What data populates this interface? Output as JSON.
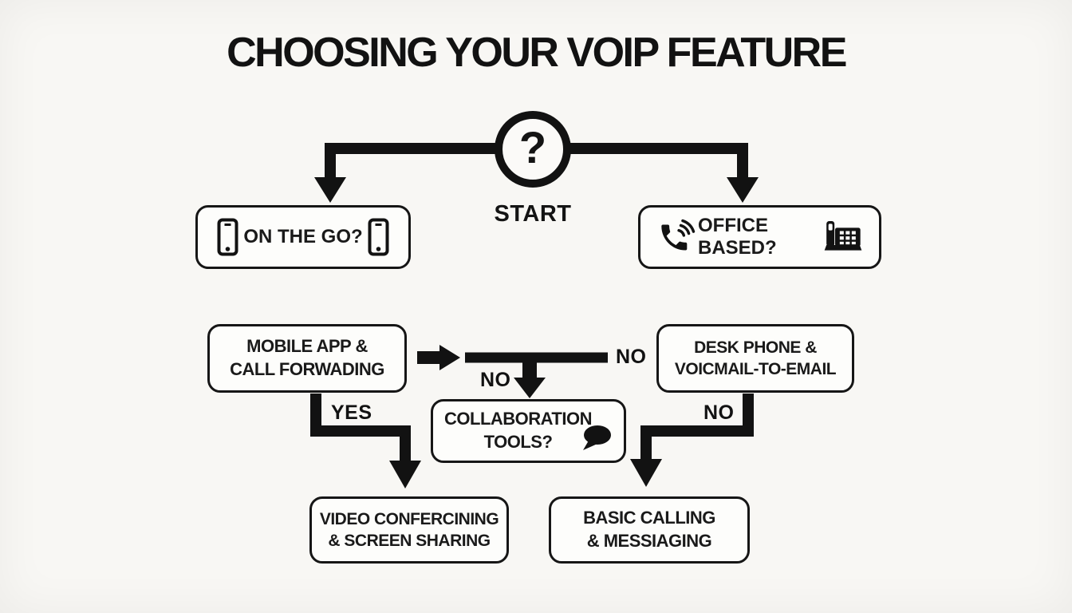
{
  "title": "CHOOSING YOUR VOIP FEATURE",
  "start": {
    "symbol": "?",
    "label": "START"
  },
  "nodes": {
    "on_the_go": {
      "label": "ON THE GO?"
    },
    "office_based": {
      "label": "OFFICE BASED?"
    },
    "mobile_app": {
      "line1": "MOBILE APP &",
      "line2": "CALL FORWADING"
    },
    "desk_phone": {
      "line1": "DESK PHONE &",
      "line2": "VOICMAIL-TO-EMAIL"
    },
    "collaboration": {
      "line1": "COLLABORATION",
      "line2": "TOOLS?"
    },
    "video_conferencing": {
      "line1": "VIDEO CONFERCINING",
      "line2": "& SCREEN SHARING"
    },
    "basic_calling": {
      "line1": "BASIC CALLING",
      "line2": "& MESSIAGING"
    }
  },
  "edge_labels": {
    "yes_left": "YES",
    "no_center": "NO",
    "no_bar_right": "NO",
    "no_desk": "NO"
  },
  "icons": {
    "smartphone": "smartphone-icon",
    "phone_handset": "phone-handset-icon",
    "desk_phone": "desk-phone-icon",
    "speech_bubble": "speech-bubble-icon"
  },
  "colors": {
    "ink": "#141414",
    "background": "#f8f7f4",
    "box_fill": "#fdfdfb"
  }
}
